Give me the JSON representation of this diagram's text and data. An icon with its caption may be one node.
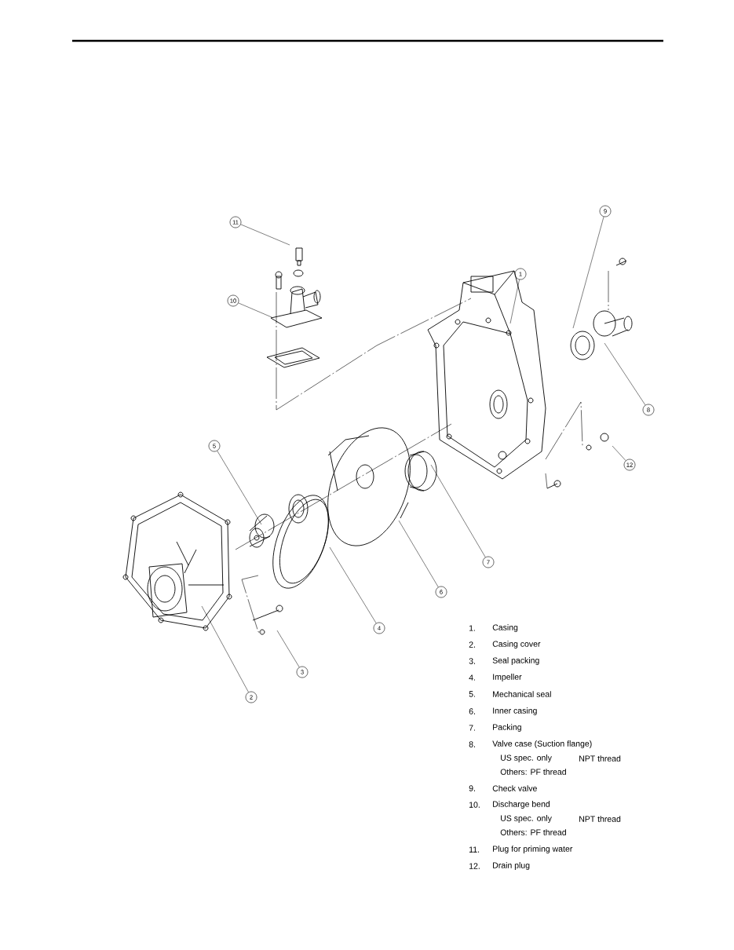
{
  "diagram": {
    "nodes": [
      {
        "text": [
          "1"
        ]
      },
      {
        "text": [
          "2"
        ]
      },
      {
        "text": [
          "3"
        ]
      },
      {
        "text": [
          "4"
        ]
      },
      {
        "text": [
          "5"
        ]
      },
      {
        "text": [
          "6"
        ]
      },
      {
        "text": [
          "7"
        ]
      },
      {
        "text": [
          "8"
        ]
      },
      {
        "text": [
          "9"
        ]
      },
      {
        "text": [
          "10"
        ]
      },
      {
        "text": [
          "11"
        ]
      },
      {
        "text": [
          "12"
        ]
      }
    ],
    "edges": [
      {
        "from": 0,
        "to": null,
        "arrow": "none"
      },
      {
        "from": 1,
        "to": null,
        "arrow": "none"
      },
      {
        "from": 2,
        "to": null,
        "arrow": "none"
      },
      {
        "from": 3,
        "to": null,
        "arrow": "none"
      },
      {
        "from": 4,
        "to": null,
        "arrow": "none"
      },
      {
        "from": 5,
        "to": null,
        "arrow": "none"
      },
      {
        "from": 6,
        "to": null,
        "arrow": "none"
      },
      {
        "from": 7,
        "to": null,
        "arrow": "none"
      },
      {
        "from": 8,
        "to": null,
        "arrow": "none"
      },
      {
        "from": 9,
        "to": null,
        "arrow": "none"
      },
      {
        "from": 10,
        "to": null,
        "arrow": "none"
      },
      {
        "from": 11,
        "to": null,
        "arrow": "none"
      }
    ],
    "labels": [
      "1.",
      "Casing",
      "2.",
      "Casing cover",
      "3.",
      "Seal packing",
      "4.",
      "Impeller",
      "5.",
      "Mechanical seal",
      "6.",
      "Inner casing",
      "7.",
      "Packing",
      "8.",
      "Valve case (Suction flange)",
      "US spec. only",
      "NPT thread",
      "Others: PF thread",
      "9.",
      "Check valve",
      "10.",
      "Discharge bend",
      "US spec. only",
      "NPT thread",
      "Others: PF thread",
      "11.",
      "Plug for priming water",
      "12.",
      "Drain plug"
    ]
  }
}
